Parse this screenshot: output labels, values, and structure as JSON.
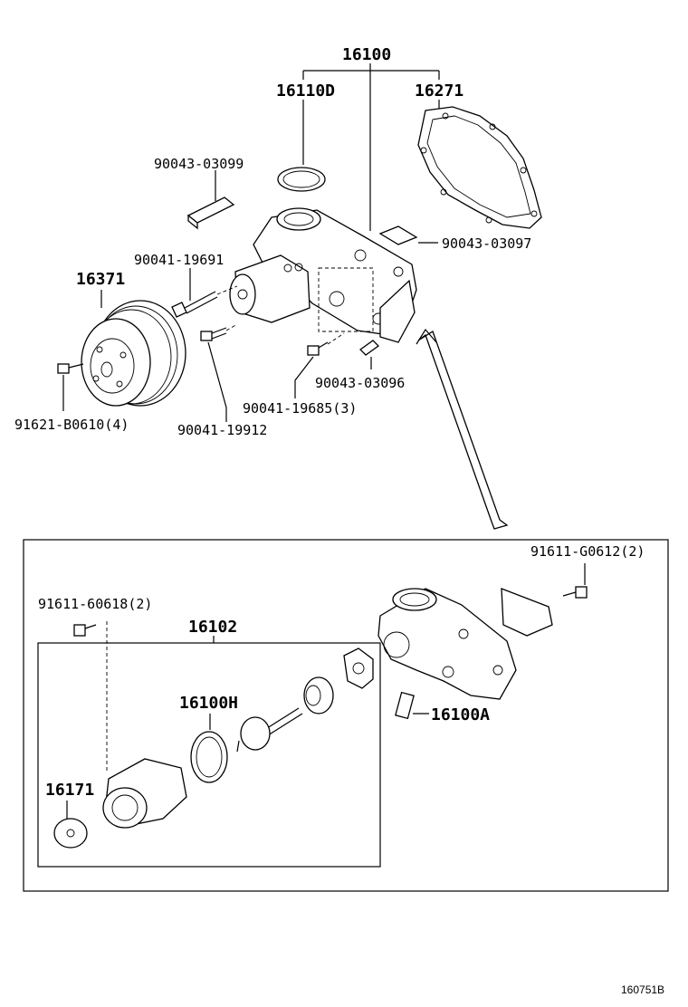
{
  "labels": {
    "p16100": "16100",
    "p16110D": "16110D",
    "p16271": "16271",
    "p90043_03099": "90043-03099",
    "p90043_03097": "90043-03097",
    "p90041_19691": "90041-19691",
    "p16371": "16371",
    "p90043_03096": "90043-03096",
    "p90041_19685": "90041-19685(3)",
    "p91621_B0610": "91621-B0610(4)",
    "p90041_19912": "90041-19912",
    "p91611_G0612": "91611-G0612(2)",
    "p91611_60618": "91611-60618(2)",
    "p16102": "16102",
    "p16100H": "16100H",
    "p16100A": "16100A",
    "p16171": "16171"
  },
  "reference": "160751B"
}
